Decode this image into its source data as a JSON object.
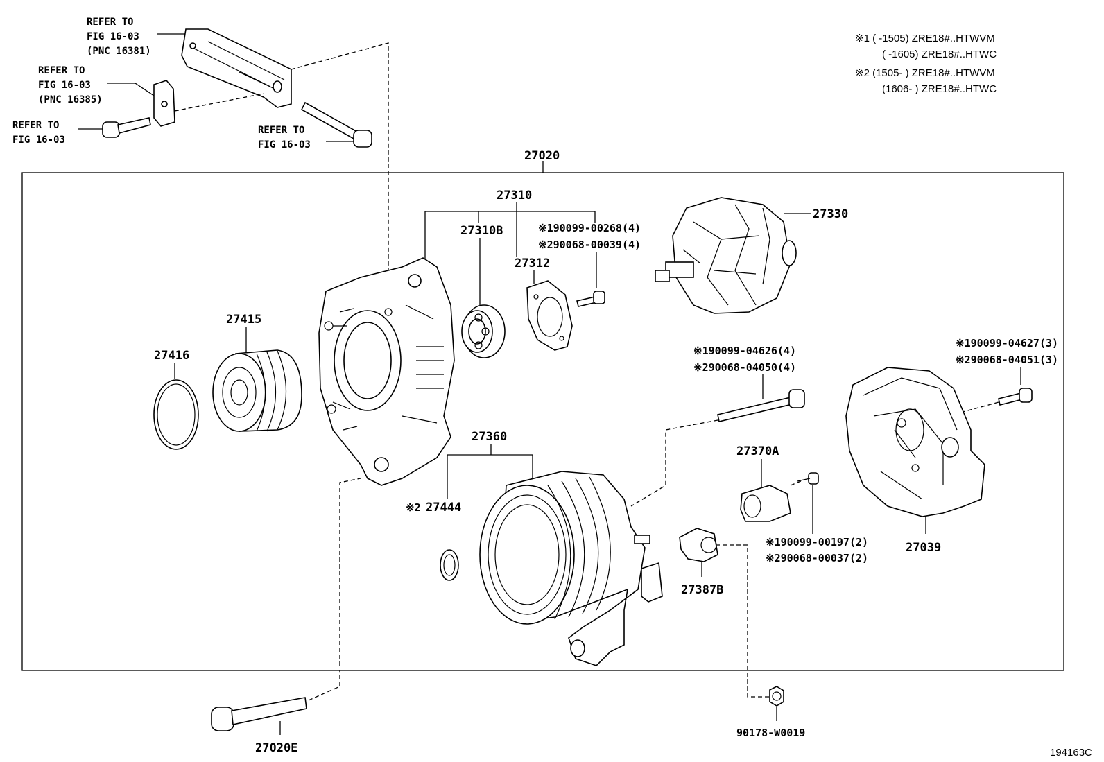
{
  "notes": [
    {
      "line1": "※1 (      -1505) ZRE18#..HTWVM",
      "line2": "(      -1605) ZRE18#..HTWC"
    },
    {
      "line1": "※2 (1505-      ) ZRE18#..HTWVM",
      "line2": "(1606-      ) ZRE18#..HTWC"
    }
  ],
  "refs": [
    {
      "l1": "REFER TO",
      "l2": "FIG 16-03",
      "l3": "(PNC 16381)"
    },
    {
      "l1": "REFER TO",
      "l2": "FIG 16-03",
      "l3": "(PNC 16385)"
    },
    {
      "l1": "REFER TO",
      "l2": "FIG 16-03"
    },
    {
      "l1": "REFER TO",
      "l2": "FIG 16-03"
    }
  ],
  "parts": {
    "p27020": "27020",
    "p27310": "27310",
    "p27310B": "27310B",
    "p27312": "27312",
    "p27330": "27330",
    "p27415": "27415",
    "p27416": "27416",
    "p27360": "27360",
    "p27444": "27444",
    "p27370A": "27370A",
    "p27387B": "27387B",
    "p27039": "27039",
    "p27020E": "27020E",
    "p90178": "90178-W0019"
  },
  "pnums": {
    "a1": "※190099-00268(4)",
    "a2": "※290068-00039(4)",
    "b1": "※190099-04626(4)",
    "b2": "※290068-04050(4)",
    "c1": "※190099-04627(3)",
    "c2": "※290068-04051(3)",
    "d1": "※190099-00197(2)",
    "d2": "※290068-00037(2)",
    "mark2": "※2"
  },
  "figure_id": "194163C"
}
